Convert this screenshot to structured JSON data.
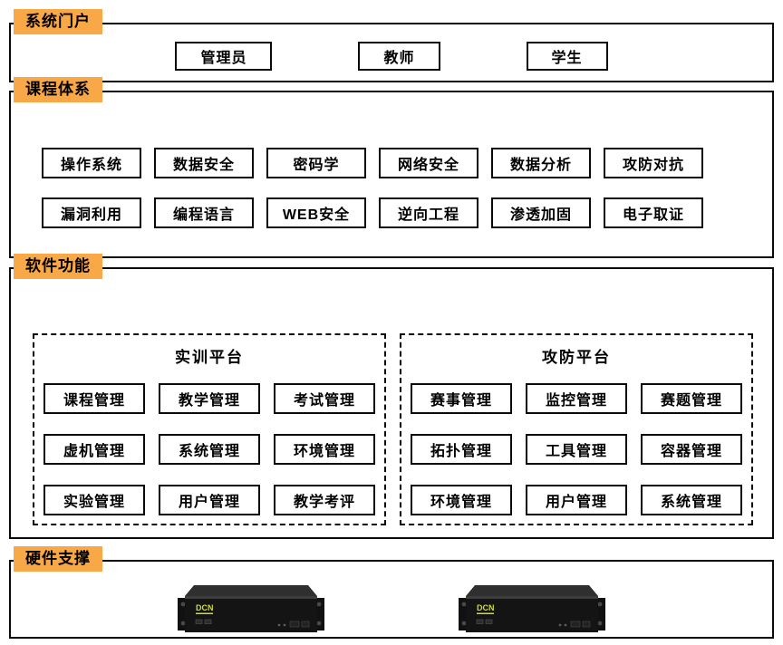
{
  "colors": {
    "accent_tab": "#F9A848",
    "border": "#0A0A0A",
    "brand_logo": "#CDDC39",
    "server_body": "#141414"
  },
  "sections": {
    "portal": {
      "label": "系统门户",
      "items": [
        "管理员",
        "教师",
        "学生"
      ]
    },
    "courses": {
      "label": "课程体系",
      "rows": [
        [
          "操作系统",
          "数据安全",
          "密码学",
          "网络安全",
          "数据分析",
          "攻防对抗"
        ],
        [
          "漏洞利用",
          "编程语言",
          "WEB安全",
          "逆向工程",
          "渗透加固",
          "电子取证"
        ]
      ]
    },
    "software": {
      "label": "软件功能",
      "platforms": [
        {
          "title": "实训平台",
          "items": [
            "课程管理",
            "教学管理",
            "考试管理",
            "虚机管理",
            "系统管理",
            "环境管理",
            "实验管理",
            "用户管理",
            "教学考评"
          ]
        },
        {
          "title": "攻防平台",
          "items": [
            "赛事管理",
            "监控管理",
            "赛题管理",
            "拓扑管理",
            "工具管理",
            "容器管理",
            "环境管理",
            "用户管理",
            "系统管理"
          ]
        }
      ]
    },
    "hardware": {
      "label": "硬件支撑",
      "device_brand": "DCN"
    }
  }
}
